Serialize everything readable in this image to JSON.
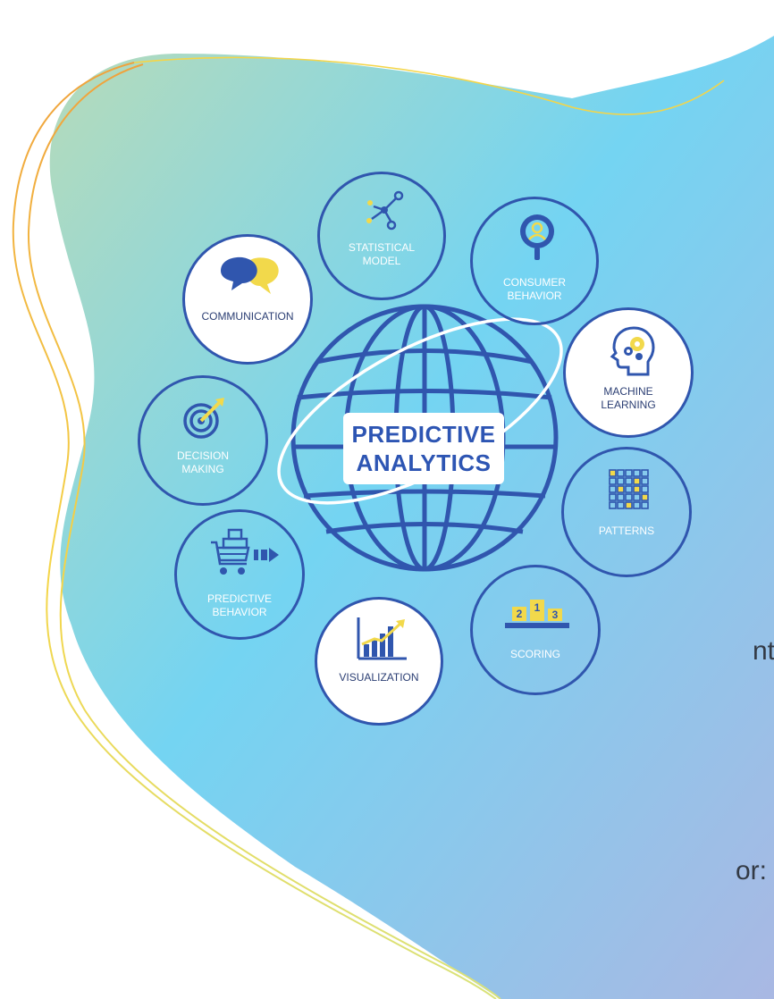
{
  "side_texts": [
    "nt",
    "or:"
  ],
  "center": {
    "line1": "PREDICTIVE",
    "line2": "ANALYTICS"
  },
  "nodes": {
    "statistical_model": {
      "line1": "STATISTICAL",
      "line2": "MODEL"
    },
    "consumer_behavior": {
      "line1": "CONSUMER",
      "line2": "BEHAVIOR"
    },
    "communication": {
      "line1": "COMMUNICATION"
    },
    "machine_learning": {
      "line1": "MACHINE",
      "line2": "LEARNING"
    },
    "decision_making": {
      "line1": "DECISION",
      "line2": "MAKING"
    },
    "patterns": {
      "line1": "PATTERNS"
    },
    "predictive_behavior": {
      "line1": "PREDICTIVE",
      "line2": "BEHAVIOR"
    },
    "visualization": {
      "line1": "VISUALIZATION"
    },
    "scoring": {
      "line1": "SCORING",
      "podium": [
        "2",
        "1",
        "3"
      ]
    }
  },
  "colors": {
    "primary_blue": "#3056ae",
    "accent_yellow": "#f2d94b",
    "blob_gradient": [
      "#b7dbb9",
      "#74d4f2",
      "#a9b8e3"
    ],
    "swoosh_orange": "#f0a23c"
  }
}
